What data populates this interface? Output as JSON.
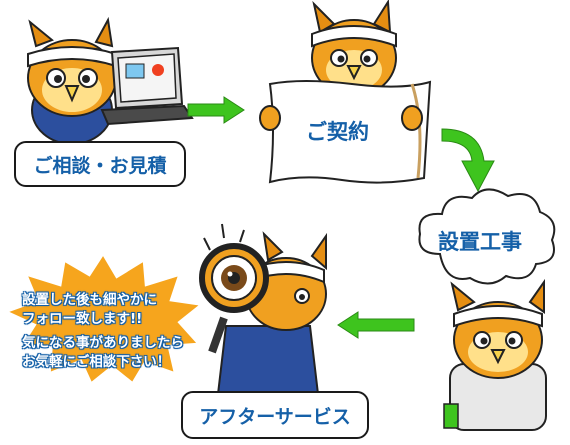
{
  "steps": {
    "consultation": "ご相談・お見積",
    "contract": "ご契約",
    "installation": "設置工事",
    "after_service": "アフターサービス"
  },
  "note": {
    "line1": "設置した後も細やかに",
    "line2": "フォロー致します!!",
    "line3": "気になる事がありましたら",
    "line4": "お気軽にご相談下さい！"
  },
  "colors": {
    "arrow": "#3ec41e",
    "label_text": "#1560a8",
    "burst": "#f6a51d",
    "owl_body": "#f0a020",
    "overalls": "#2c4f9e"
  },
  "icons": [
    "owl-mascot-laptop",
    "owl-mascot-scroll",
    "owl-mascot-worker",
    "owl-mascot-magnifier",
    "laptop-icon",
    "magnifying-glass-icon"
  ]
}
